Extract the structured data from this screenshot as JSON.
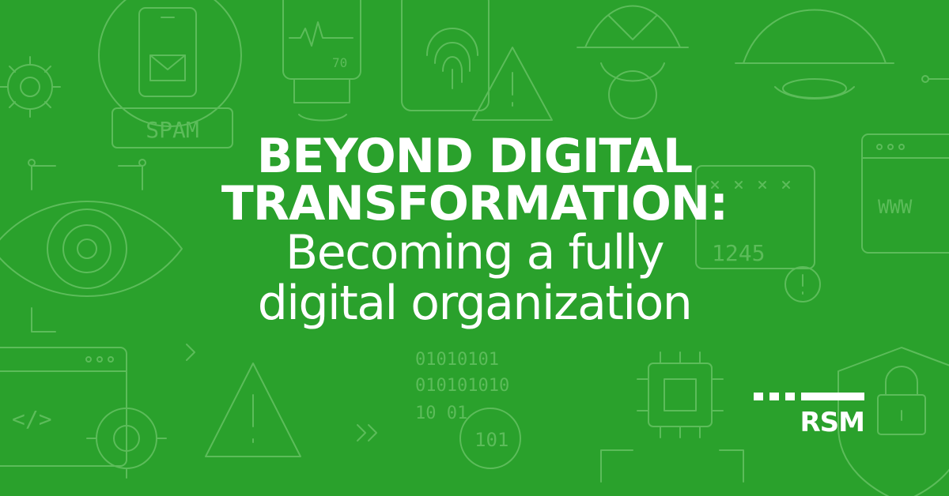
{
  "headline": {
    "line1": "BEYOND DIGITAL",
    "line2": "TRANSFORMATION:",
    "line3": "Becoming a fully",
    "line4": "digital organization"
  },
  "logo": {
    "text": "RSM"
  },
  "background": {
    "spam_label": "SPAM",
    "heart_rate": "70",
    "www_label": "WWW",
    "code_label": "</>",
    "binary_rows": [
      "01010101",
      "010101010",
      "10 01",
      "101"
    ],
    "digits": "1245"
  },
  "colors": {
    "background": "#2aa12c",
    "line_art": "#5cbc5a",
    "text": "#ffffff"
  }
}
